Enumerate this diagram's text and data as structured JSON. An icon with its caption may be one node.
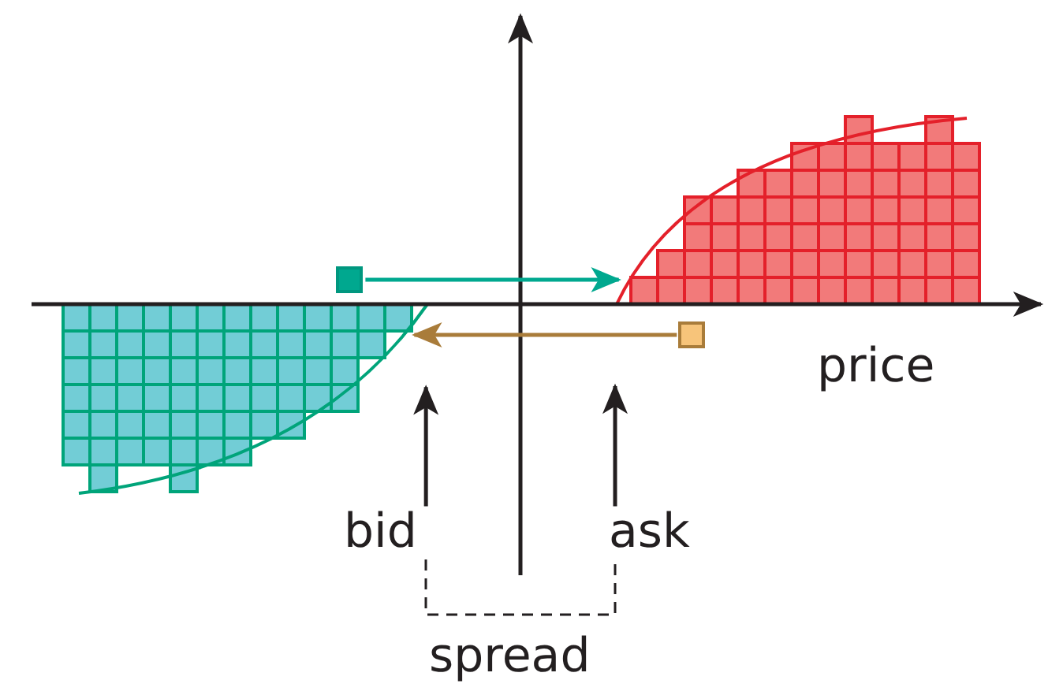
{
  "diagram": {
    "nodes": [
      {
        "text": [],
        "shape": "box"
      },
      {
        "text": [],
        "shape": "box"
      },
      {
        "text": [
          "bid"
        ]
      },
      {
        "text": [
          "ask"
        ]
      },
      {
        "text": [],
        "shape": "picture"
      },
      {
        "text": [],
        "shape": "picture"
      }
    ],
    "edges": [
      {
        "from": 0,
        "to": 5,
        "arrow": "to",
        "color": "#00a88f"
      },
      {
        "from": 1,
        "to": 4,
        "arrow": "to",
        "color": "#a97c3a"
      },
      {
        "from": 2,
        "to": 4,
        "arrow": "to"
      },
      {
        "from": 3,
        "to": null,
        "arrow": "to"
      }
    ],
    "labels": [
      "price",
      "spread"
    ]
  }
}
